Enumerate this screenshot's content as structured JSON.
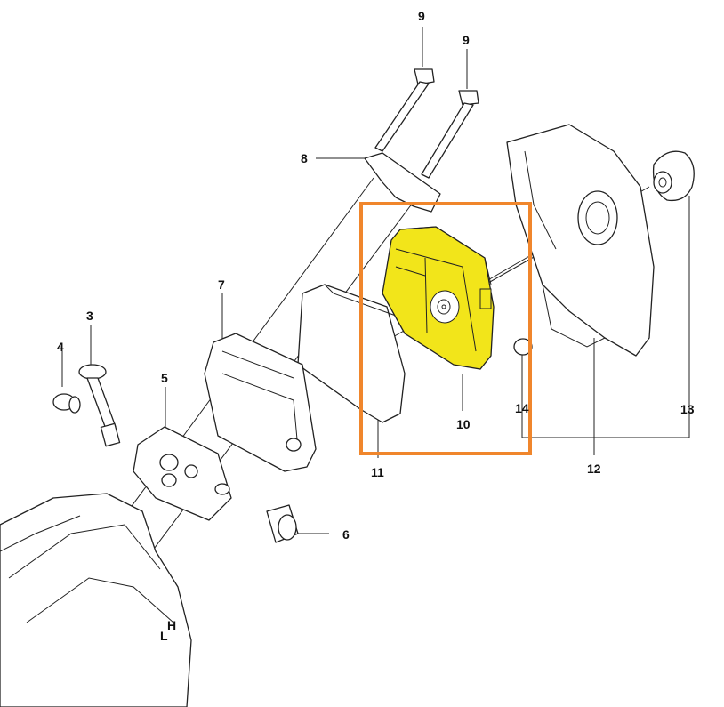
{
  "diagram": {
    "title": "Air filter assembly exploded view",
    "highlight_color": "#f0862c",
    "filter_color": "#f2e51a",
    "callouts": {
      "p9a": "9",
      "p9b": "9",
      "p8": "8",
      "p7": "7",
      "p3": "3",
      "p4": "4",
      "p5": "5",
      "p6": "6",
      "p10": "10",
      "p11": "11",
      "p12": "12",
      "p13": "13",
      "p14": "14"
    },
    "engine_markings": [
      "H",
      "L"
    ]
  }
}
